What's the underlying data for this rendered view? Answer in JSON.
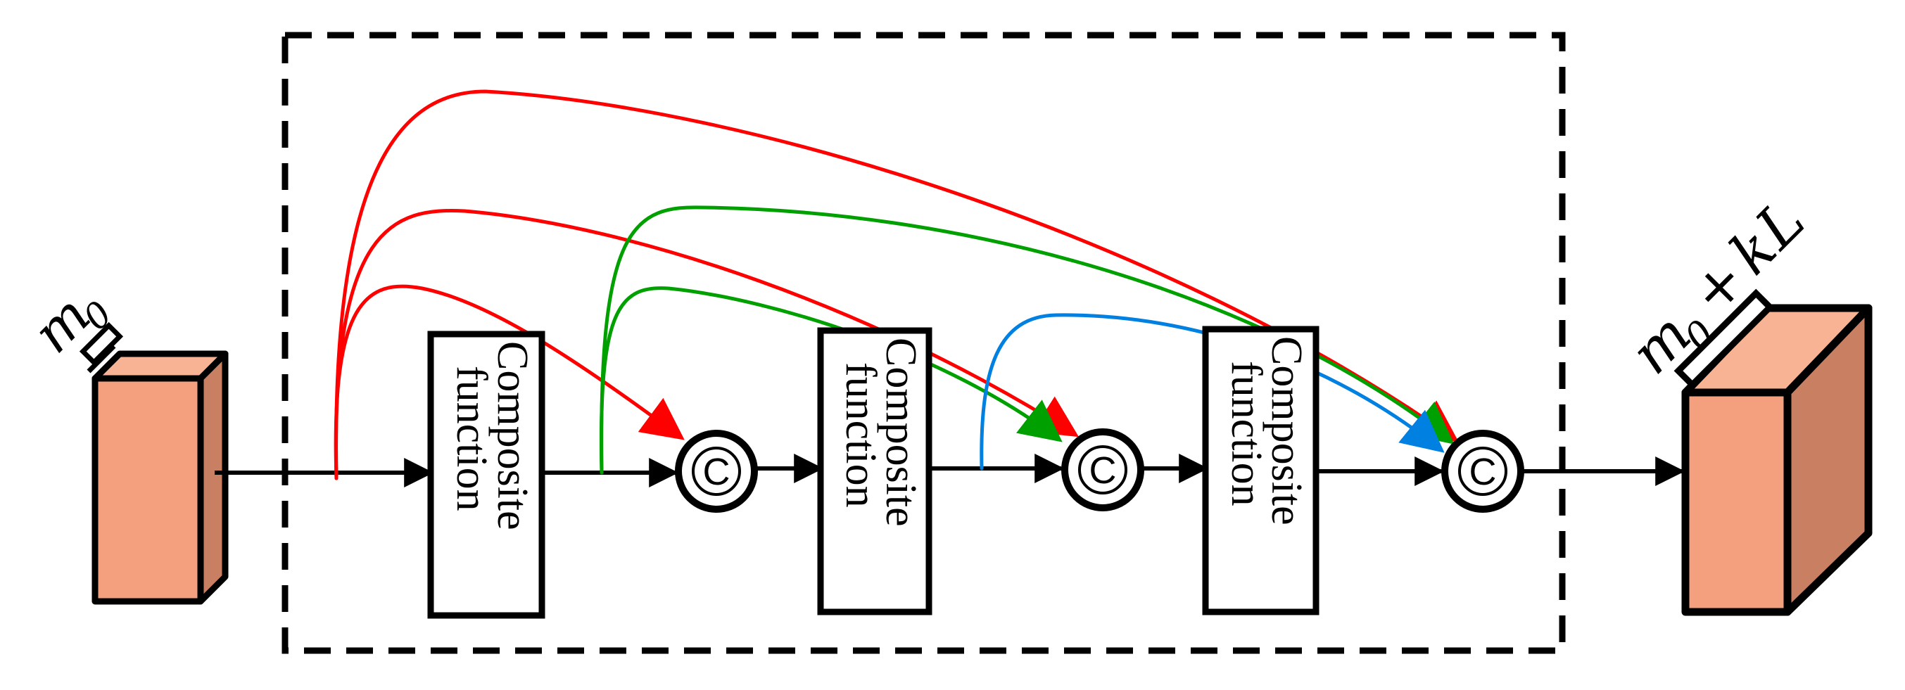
{
  "input_block": {
    "label_var": "m",
    "label_sub": "0"
  },
  "output_block": {
    "label_var": "m",
    "label_sub": "0",
    "label_op": "+",
    "label_k": "k",
    "label_L": "L"
  },
  "composite_label_line1": "Composite",
  "composite_label_line2": "function",
  "concat_symbol": "C",
  "colors": {
    "block_front": "#F4A07F",
    "block_top": "#F7B394",
    "block_side": "#C97F62",
    "link_red": "#FF0000",
    "link_green": "#00A000",
    "link_blue": "#0080E0",
    "stroke": "#000000"
  }
}
